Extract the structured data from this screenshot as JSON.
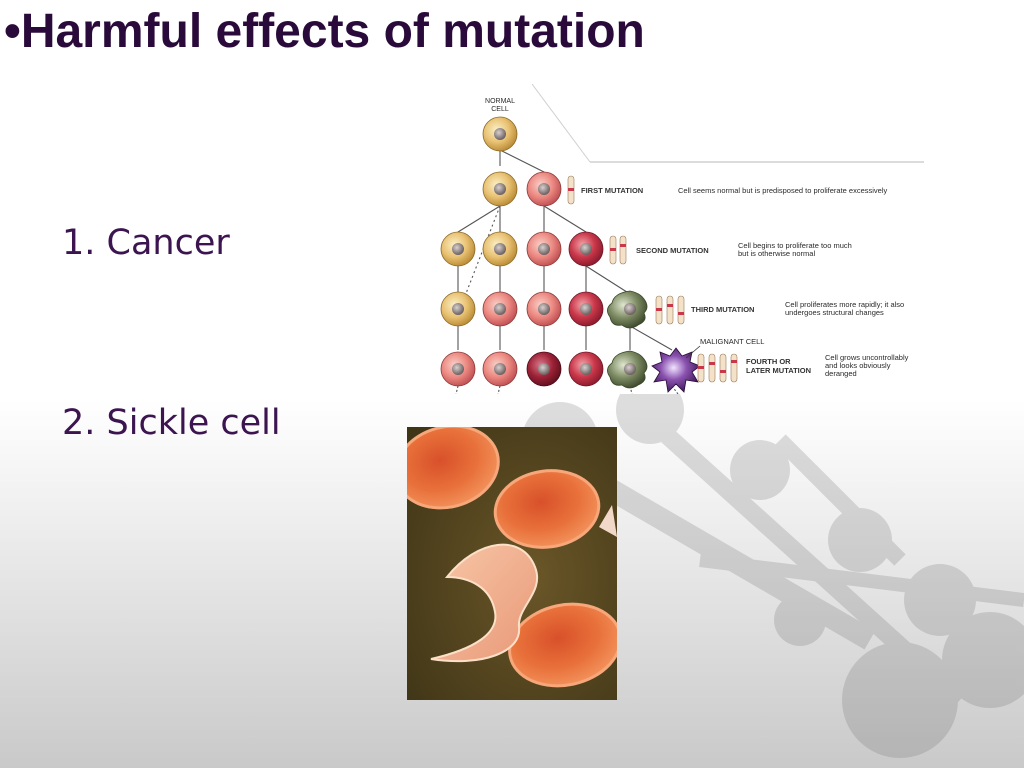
{
  "slide": {
    "bullet": "•",
    "title": "Harmful effects of mutation",
    "items": [
      {
        "number": "1.",
        "text": "Cancer"
      },
      {
        "number": "2.",
        "text": "Sickle cell"
      }
    ]
  },
  "cancer_figure": {
    "normal_cell_label_line1": "NORMAL",
    "normal_cell_label_line2": "CELL",
    "malignant_cell_label": "MALIGNANT CELL",
    "stages": [
      {
        "label": "FIRST MUTATION",
        "label_line2": "",
        "description": "Cell seems normal but is predisposed to proliferate excessively",
        "description_line2": ""
      },
      {
        "label": "SECOND MUTATION",
        "label_line2": "",
        "description": "Cell begins to proliferate too much",
        "description_line2": "but is otherwise normal"
      },
      {
        "label": "THIRD MUTATION",
        "label_line2": "",
        "description": "Cell proliferates more rapidly; it also",
        "description_line2": "undergoes structural changes"
      },
      {
        "label": "FOURTH OR",
        "label_line2": "LATER MUTATION",
        "description": "Cell grows uncontrollably",
        "description_line2": "and looks obviously",
        "description_line3": "deranged"
      }
    ]
  },
  "colors": {
    "title": "#2a0a3a",
    "text": "#3b1450",
    "normal_cell": "#e9c274",
    "pink_cell": "#ec8a82",
    "red_cell": "#c9374a",
    "dark_red_cell": "#9e2236",
    "green_cell": "#7c8a62",
    "malignant_cell": "#5e2a7c"
  }
}
